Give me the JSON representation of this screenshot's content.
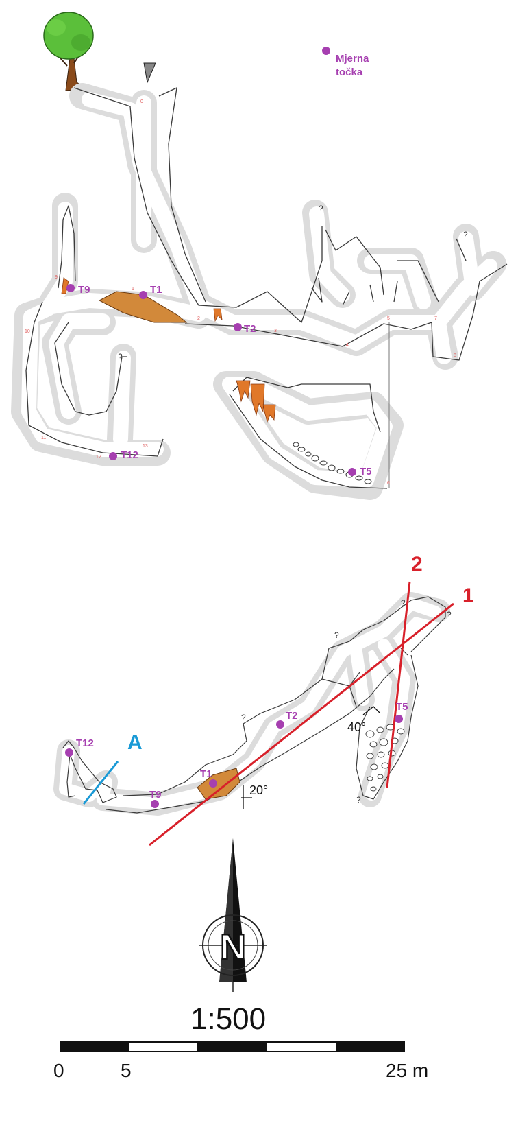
{
  "legend": {
    "line1": "Mjerna",
    "line2": "točka",
    "color": "#a63fb0"
  },
  "colors": {
    "cave_fill": "#dcdcdc",
    "cave_wall": "#3a3a3a",
    "sediment": "#d2893a",
    "speleothem": "#e0782a",
    "measure_point": "#a63fb0",
    "section_line": "#d8202a",
    "section_a": "#1a9ad6",
    "tree_leaves": "#5bbf3a",
    "tree_trunk": "#8a4a1a"
  },
  "profile": {
    "points": [
      {
        "name": "T1",
        "label": "T1"
      },
      {
        "name": "T2",
        "label": "T2"
      },
      {
        "name": "T5",
        "label": "T5"
      },
      {
        "name": "T9",
        "label": "T9"
      },
      {
        "name": "T12",
        "label": "T12"
      }
    ],
    "stations": [
      "0",
      "1",
      "2",
      "3",
      "4",
      "5",
      "6",
      "7",
      "8",
      "9",
      "10",
      "11",
      "12",
      "13"
    ]
  },
  "plan": {
    "points": [
      {
        "name": "T1",
        "label": "T1"
      },
      {
        "name": "T2",
        "label": "T2"
      },
      {
        "name": "T5",
        "label": "T5"
      },
      {
        "name": "T9",
        "label": "T9"
      },
      {
        "name": "T12",
        "label": "T12"
      }
    ],
    "section_lines": [
      {
        "label": "1"
      },
      {
        "label": "2"
      },
      {
        "label": "A"
      }
    ],
    "angles": {
      "a40": "40°",
      "a20": "20°"
    }
  },
  "north_arrow": {
    "letter": "N"
  },
  "scale": {
    "ratio": "1:500",
    "tick_0": "0",
    "tick_5": "5",
    "tick_25": "25 m"
  }
}
